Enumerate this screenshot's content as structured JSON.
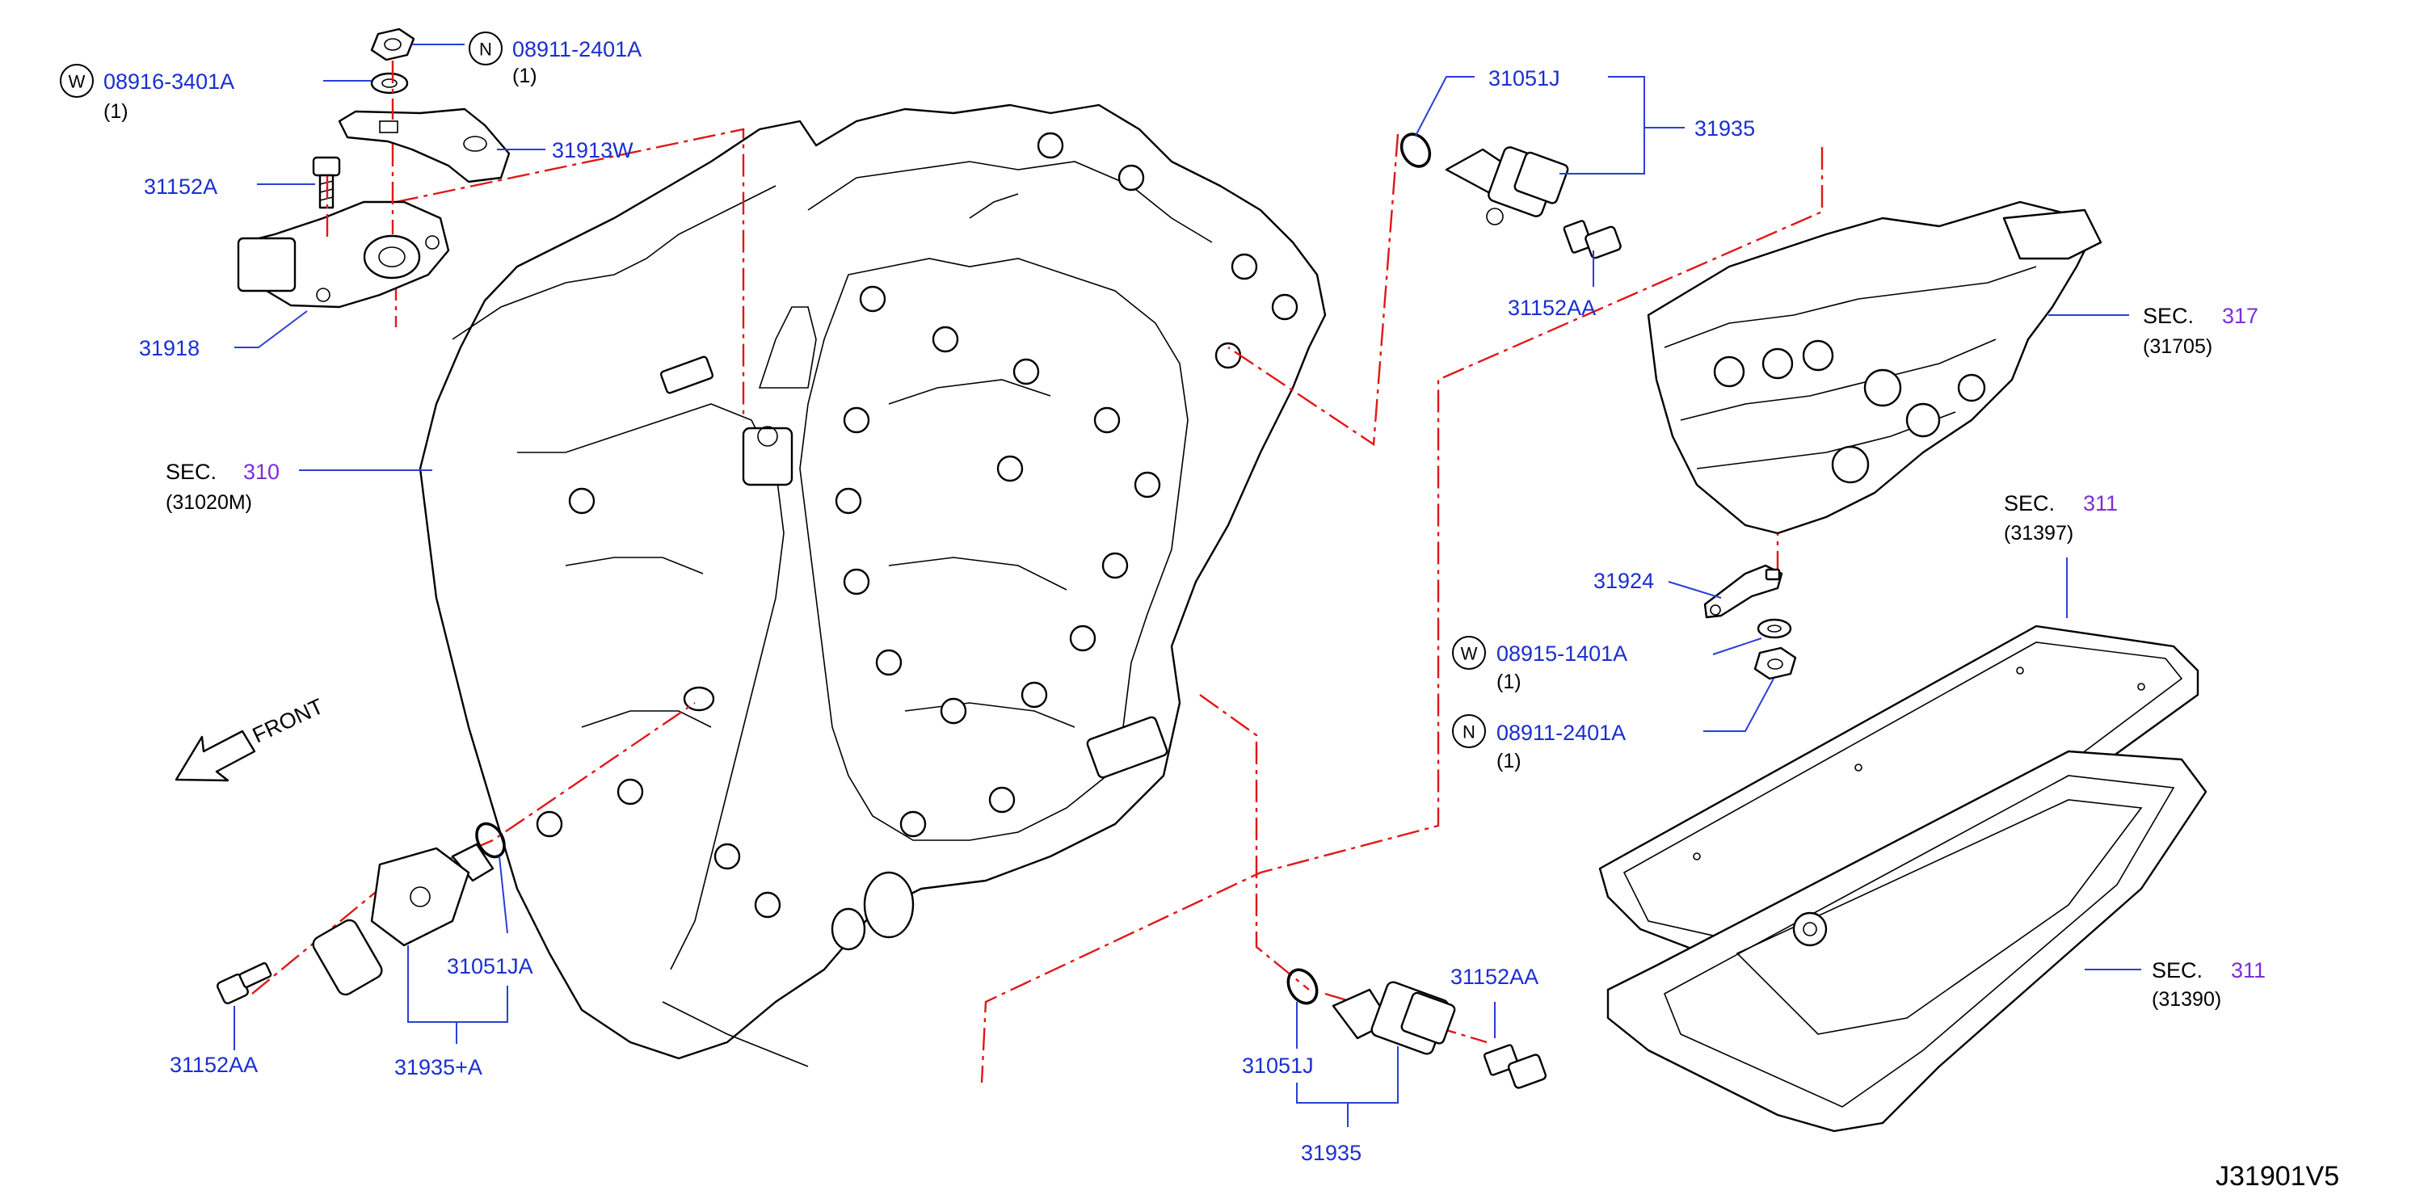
{
  "labels": {
    "w_08916": "08916-3401A",
    "w_08916_qty": "(1)",
    "n_08911_top": "08911-2401A",
    "n_08911_top_qty": "(1)",
    "p_31913w": "31913W",
    "p_31152a": "31152A",
    "p_31918": "31918",
    "sec310": "SEC.",
    "sec310_num": "310",
    "sec310_sub": "(31020M)",
    "front": "FRONT",
    "p_31152aa_left": "31152AA",
    "p_31051ja": "31051JA",
    "p_31935a": "31935+A",
    "p_31051j_top": "31051J",
    "p_31935_top": "31935",
    "p_31152aa_top": "31152AA",
    "sec317": "SEC.",
    "sec317_num": "317",
    "sec317_sub": "(31705)",
    "sec311a": "SEC.",
    "sec311a_num": "311",
    "sec311a_sub": "(31397)",
    "p_31924": "31924",
    "w_08915": "08915-1401A",
    "w_08915_qty": "(1)",
    "n_08911_mid": "08911-2401A",
    "n_08911_mid_qty": "(1)",
    "sec311b": "SEC.",
    "sec311b_num": "311",
    "sec311b_sub": "(31390)",
    "p_31051j_bot": "31051J",
    "p_31152aa_bot": "31152AA",
    "p_31935_bot": "31935",
    "diagram_code": "J31901V5"
  },
  "symbols": {
    "washer": "W",
    "nut": "N"
  },
  "colors": {
    "part_number": "#1a2fd0",
    "section_number": "#7a2fd6",
    "leader_line": "#2b3fd6",
    "dash_line": "#e01818",
    "outline": "#000000"
  }
}
